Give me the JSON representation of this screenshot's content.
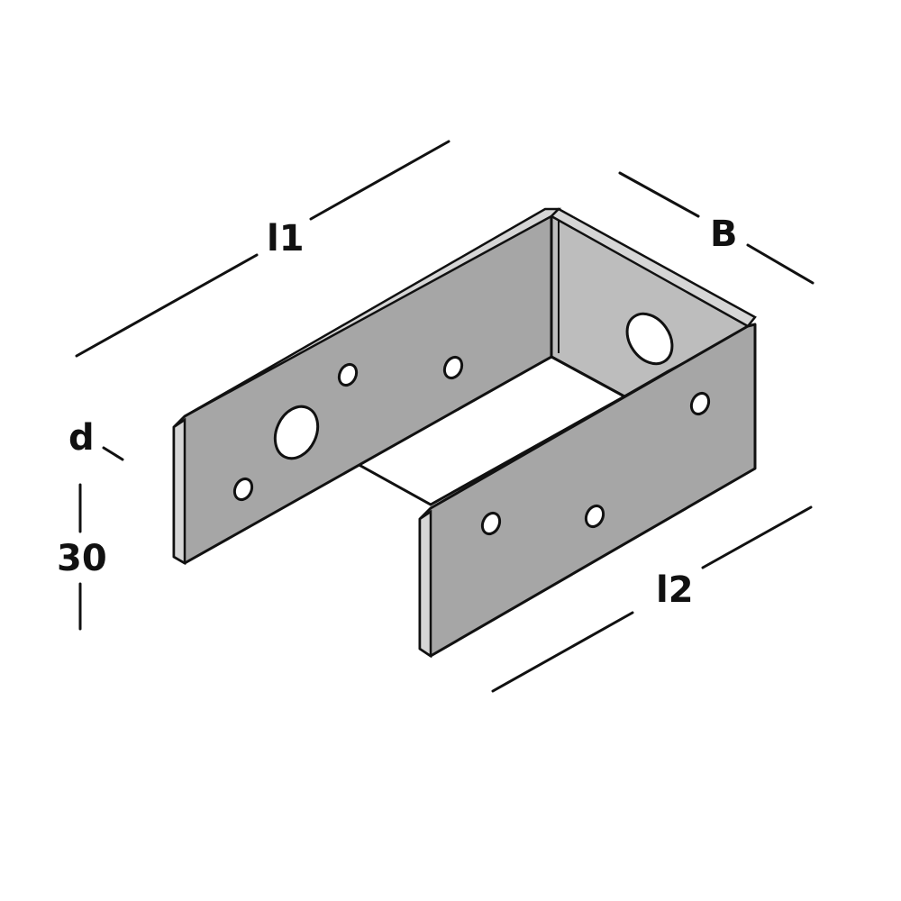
{
  "diagram": {
    "type": "U-shaped post bracket (isometric)",
    "colors": {
      "plate_front": "#a6a6a6",
      "plate_inner": "#bdbdbd",
      "edge": "#d6d6d6",
      "outline": "#111111",
      "hole": "#ffffff"
    },
    "labels": {
      "l1": "l1",
      "B": "B",
      "d": "d",
      "thickness": "30",
      "l2": "l2"
    }
  }
}
